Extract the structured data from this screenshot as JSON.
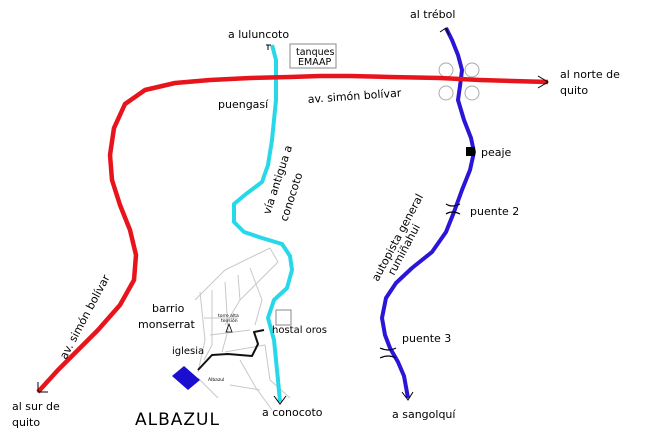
{
  "colors": {
    "red_road": "#e8141c",
    "blue_highway": "#2b15d6",
    "cyan_road": "#28d8e8",
    "black_path": "#111111",
    "lot": "#1a0fd0",
    "streets": "#c8c8c8"
  },
  "labels": {
    "lulunco": "a lulunсoto",
    "tanques_1": "tanques",
    "tanques_2": "EMAAP",
    "al_trebol": "al trébol",
    "norte_1": "al norte de",
    "norte_2": "quito",
    "puengasi": "puengasí",
    "av_bolivar_top": "av. simón bolívar",
    "via_antigua_1": "vía antigua a",
    "via_antigua_2": "conocoto",
    "peaje": "peaje",
    "puente2": "puente 2",
    "autopista_1": "autopista general",
    "autopista_2": "rumiñahui",
    "barrio_1": "barrio",
    "barrio_2": "monserrat",
    "torre_1": "torre alta",
    "torre_2": "tensión",
    "hostal": "hostal oros",
    "iglesia": "iglesia",
    "lot_tag": "Albazul",
    "puente3": "puente 3",
    "av_bolivar_left": "av. simón bolívar",
    "sur_1": "al sur de",
    "sur_2": "quito",
    "albazul": "ALBAZUL",
    "conocoto": "a conocoto",
    "sangolqui": "a sangolquí"
  }
}
